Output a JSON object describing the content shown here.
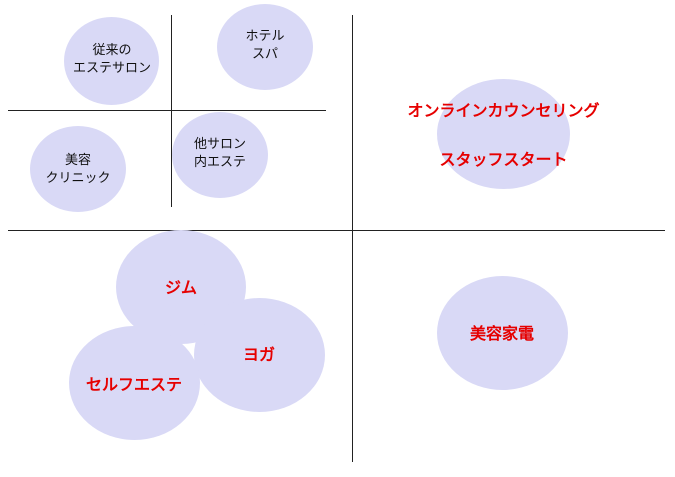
{
  "colors": {
    "bubble": "#d9d9f6",
    "primary_text": "#111111",
    "highlight_text": "#e60000",
    "axis": "#222222"
  },
  "labels": {
    "traditional_salon": {
      "line1": "従来の",
      "line2": "エステサロン"
    },
    "hotel_spa": {
      "line1": "ホテル",
      "line2": "スパ"
    },
    "beauty_clinic": {
      "line1": "美容",
      "line2": "クリニック"
    },
    "other_salon": {
      "line1": "他サロン",
      "line2": "内エステ"
    },
    "online_counseling": "オンラインカウンセリング",
    "staff_start": "スタッフスタート",
    "gym": "ジム",
    "yoga": "ヨガ",
    "self_esthe": "セルフエステ",
    "beauty_appliance": "美容家電"
  }
}
